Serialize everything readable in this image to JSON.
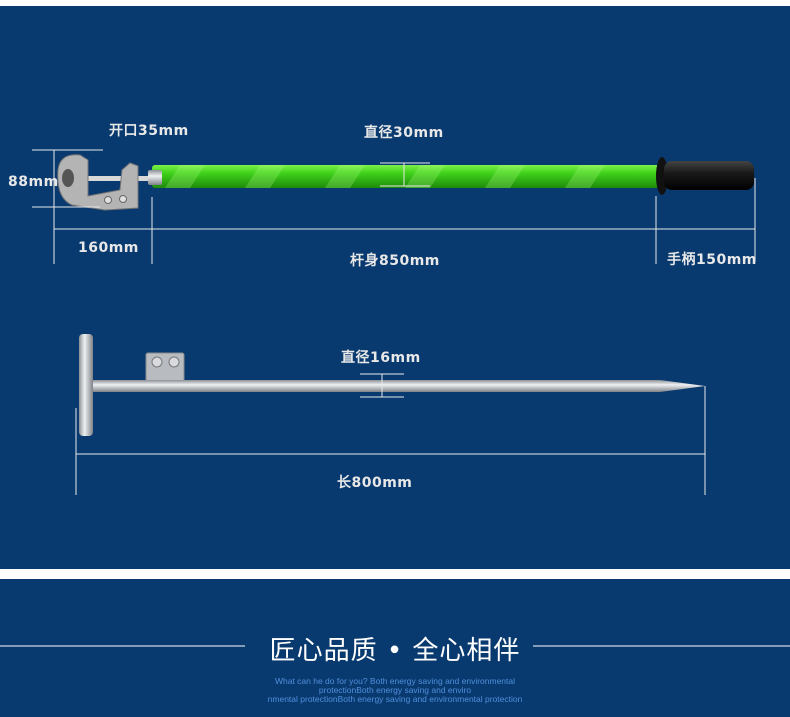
{
  "tool_top": {
    "labels": {
      "opening": "开口35mm",
      "height": "88mm",
      "head_length": "160mm",
      "shaft_diameter": "直径30mm",
      "shaft_length": "杆身850mm",
      "handle_length": "手柄150mm"
    },
    "colors": {
      "shaft": "#3fcf1a",
      "handle": "#1a1a1a",
      "clamp": "#b8b8b8"
    }
  },
  "tool_bottom": {
    "labels": {
      "diameter": "直径16mm",
      "length": "长800mm"
    },
    "colors": {
      "rod": "#c9ccd0"
    }
  },
  "footer": {
    "title": "匠心品质 • 全心相伴",
    "subtitle_lines": [
      "What can he do for you? Both energy saving and environmental",
      "protectionBoth energy saving and enviro",
      "nmental protectionBoth energy saving and environmental protection"
    ]
  },
  "colors": {
    "background": "#093a6f",
    "separator": "#ffffff"
  }
}
